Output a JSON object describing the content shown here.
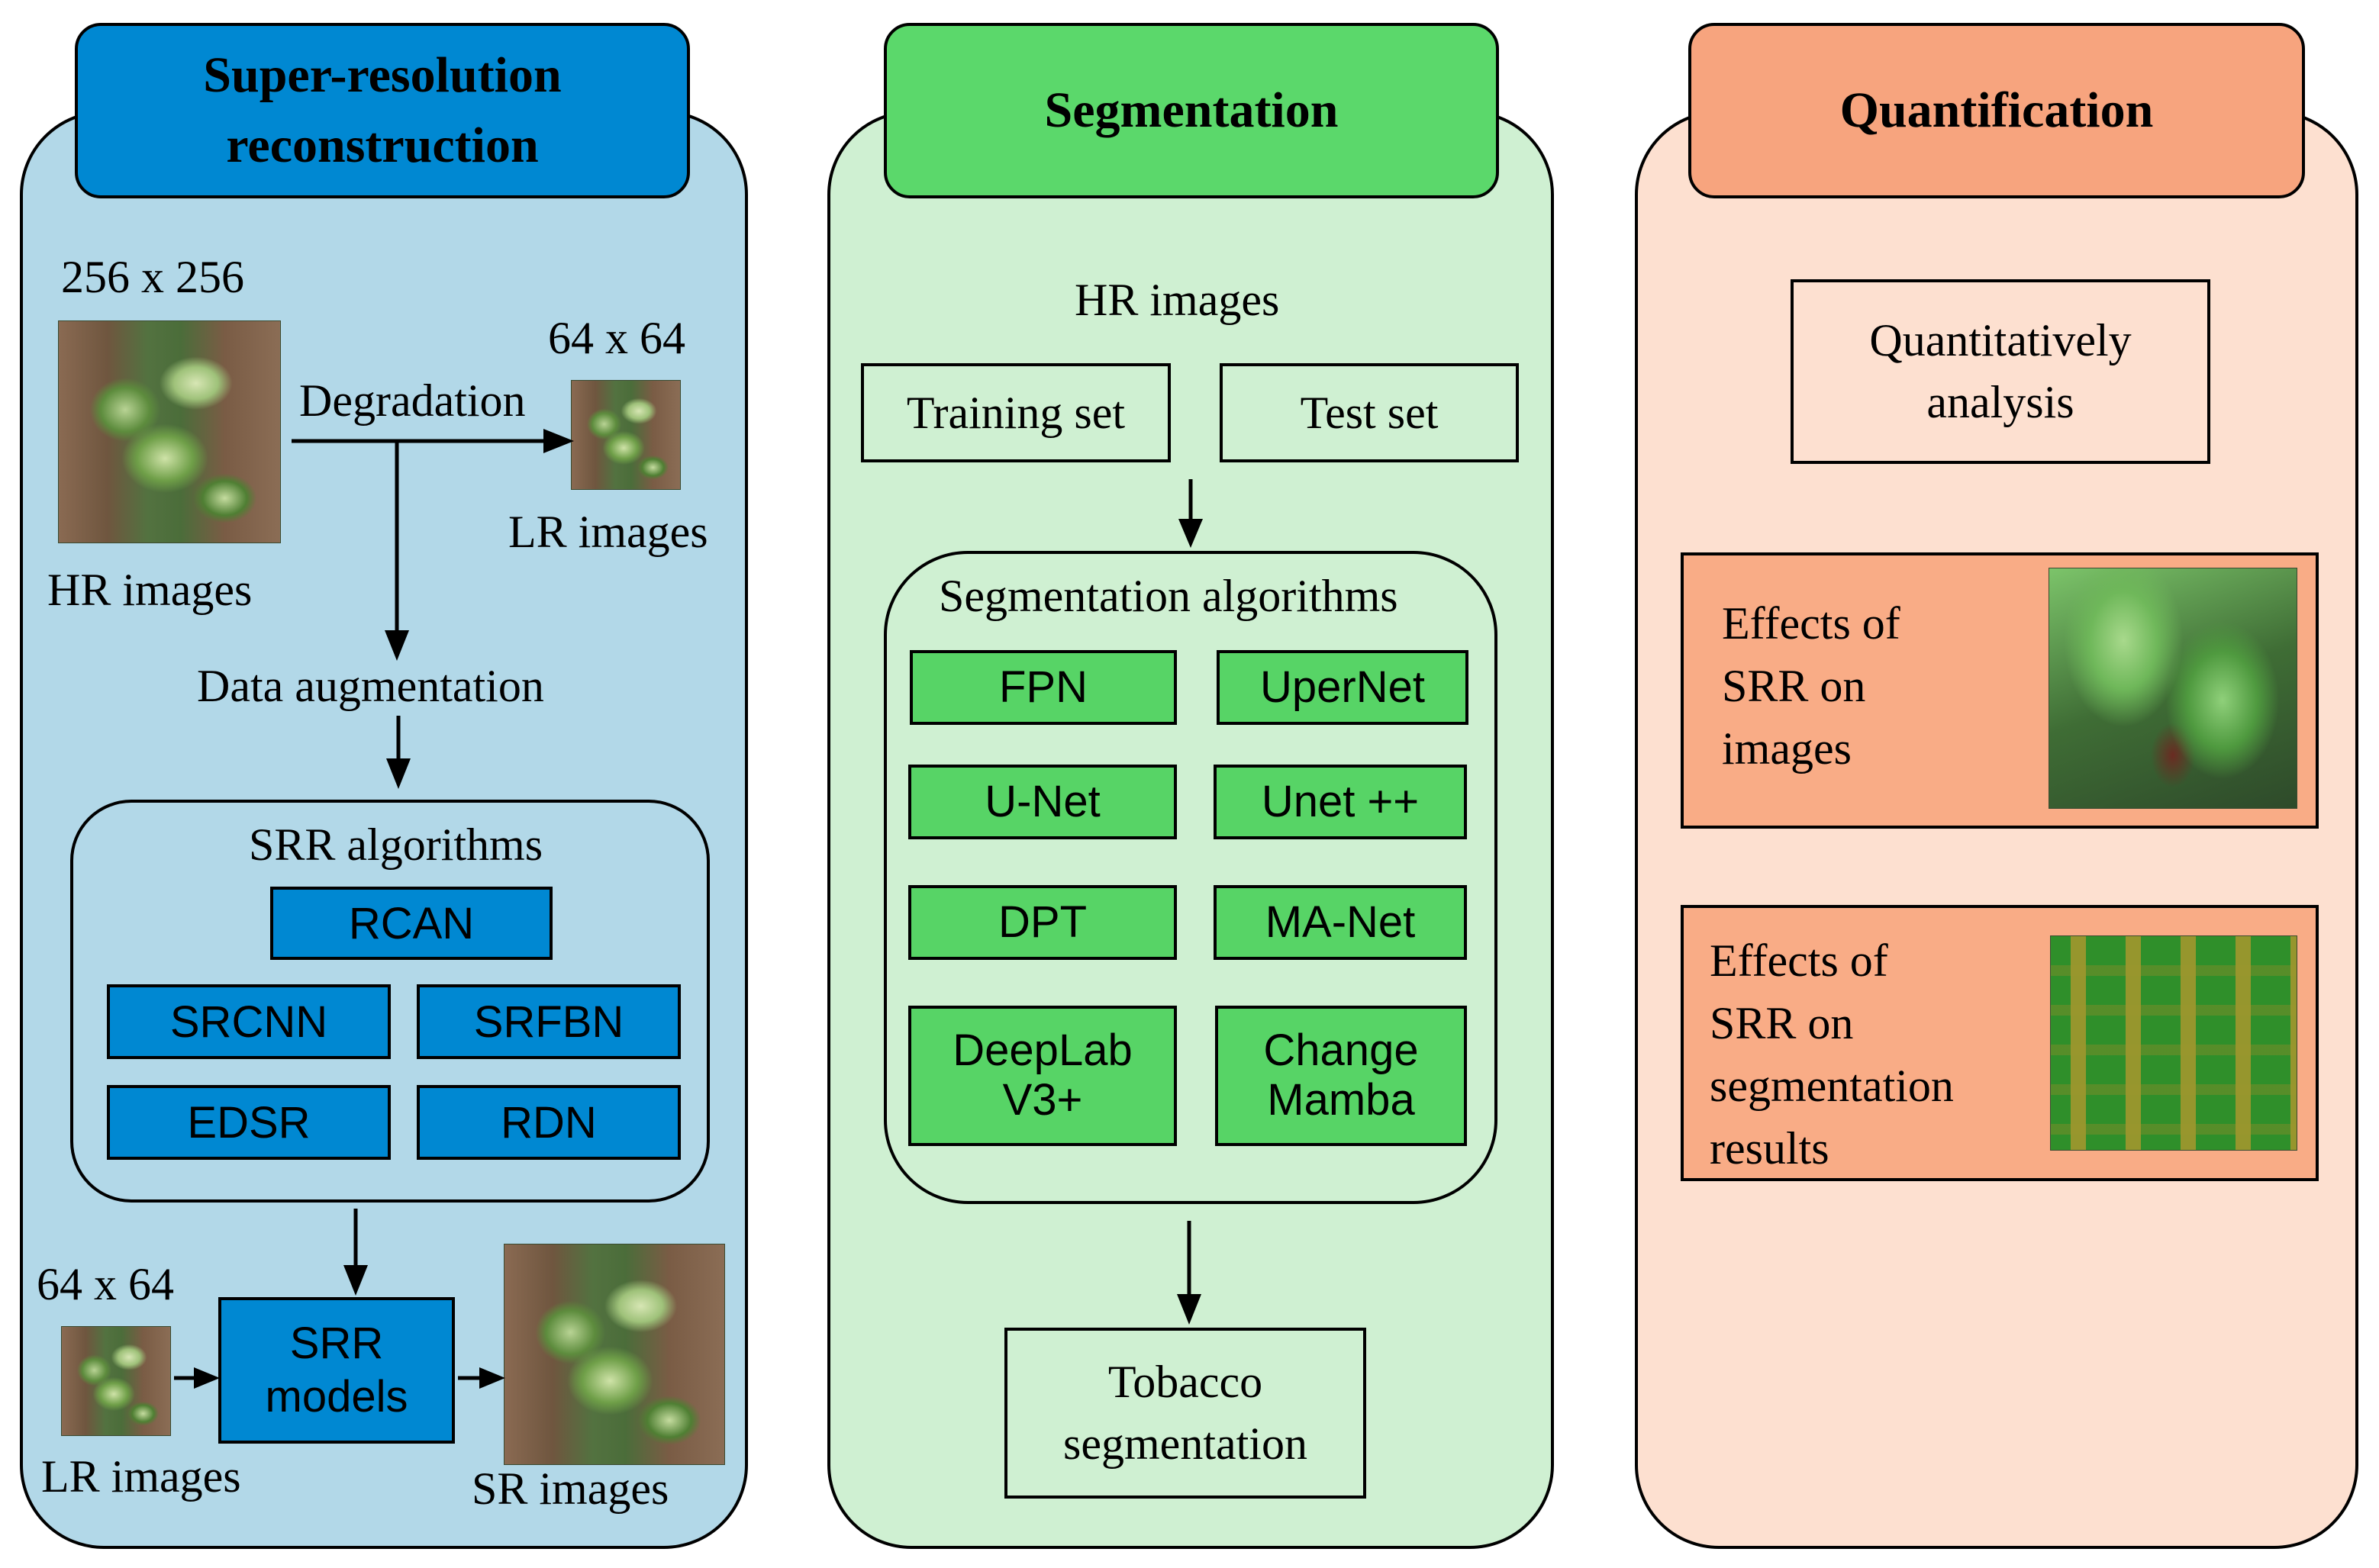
{
  "colors": {
    "srr_panel": "#b2d8e8",
    "srr_header": "#0088d2",
    "seg_panel": "#cff0d2",
    "seg_header": "#5bd86b",
    "quant_panel": "#fde0d0",
    "quant_header": "#f7a47e",
    "quant_box": "#f9ac86"
  },
  "srr": {
    "title_line1": "Super-resolution",
    "title_line2": "reconstruction",
    "hr_size": "256 x 256",
    "hr_label": "HR images",
    "degradation": "Degradation",
    "lr_size": "64 x 64",
    "lr_label": "LR images",
    "augmentation": "Data augmentation",
    "algorithms_title": "SRR algorithms",
    "algorithms": [
      "RCAN",
      "SRCNN",
      "SRFBN",
      "EDSR",
      "RDN"
    ],
    "input_size": "64 x 64",
    "input_label": "LR images",
    "models_line1": "SRR",
    "models_line2": "models",
    "output_label": "SR images"
  },
  "seg": {
    "title": "Segmentation",
    "hr_images": "HR images",
    "training_set": "Training set",
    "test_set": "Test set",
    "algorithms_title": "Segmentation algorithms",
    "algorithms": [
      "FPN",
      "UperNet",
      "U-Net",
      "Unet ++",
      "DPT",
      "MA-Net"
    ],
    "deeplab_line1": "DeepLab",
    "deeplab_line2": "V3+",
    "mamba_line1": "Change",
    "mamba_line2": "Mamba",
    "result_line1": "Tobacco",
    "result_line2": "segmentation"
  },
  "quant": {
    "title": "Quantification",
    "analysis_line1": "Quantitatively",
    "analysis_line2": "analysis",
    "effects_images": [
      "Effects of",
      "SRR on",
      "images"
    ],
    "effects_seg": [
      "Effects of",
      "SRR on",
      "segmentation",
      "results"
    ]
  }
}
